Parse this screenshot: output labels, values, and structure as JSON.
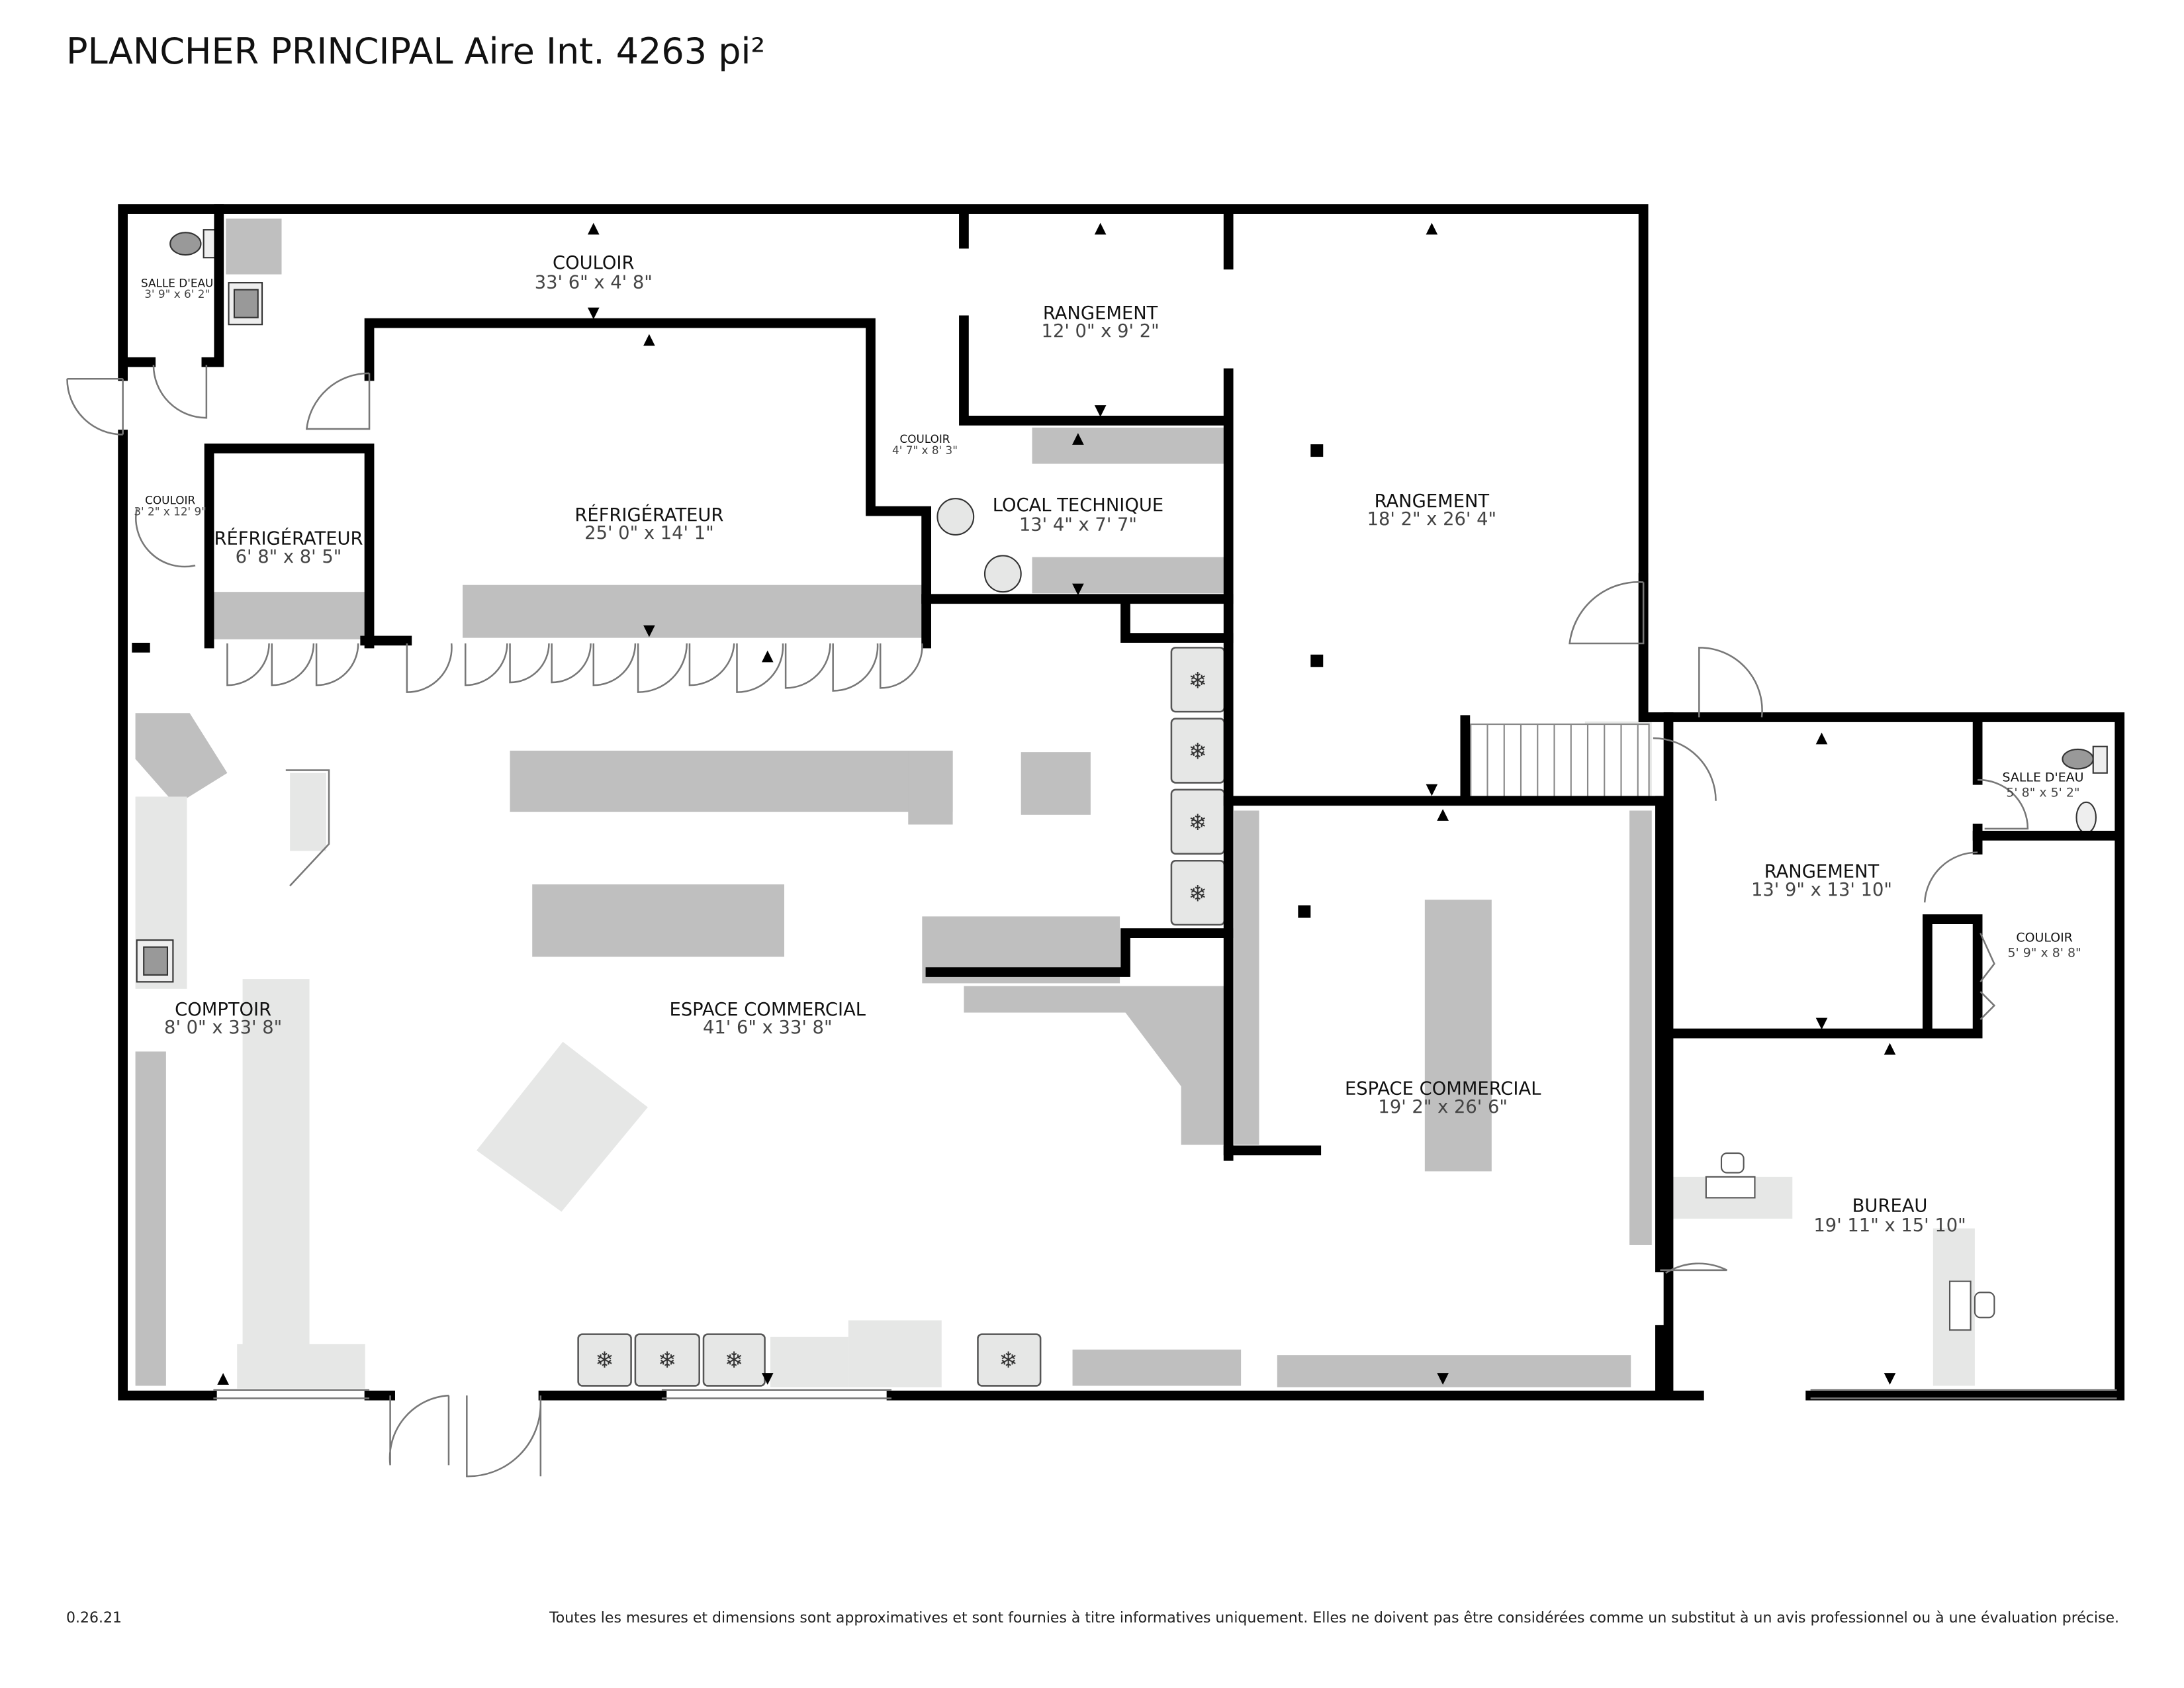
{
  "header": {
    "title": "PLANCHER PRINCIPAL Aire Int. 4263 pi²"
  },
  "rooms": [
    {
      "name": "COULOIR",
      "dims": "33' 6\" x 4' 8\""
    },
    {
      "name": "SALLE D'EAU",
      "dims": "3' 9\" x 6' 2\""
    },
    {
      "name": "RANGEMENT",
      "dims": "12' 0\" x 9' 2\""
    },
    {
      "name": "COULOIR",
      "dims": "4' 7\" x 8' 3\""
    },
    {
      "name": "LOCAL TECHNIQUE",
      "dims": "13' 4\" x 7' 7\""
    },
    {
      "name": "RANGEMENT",
      "dims": "18' 2\" x 26' 4\""
    },
    {
      "name": "COULOIR",
      "dims": "3' 2\" x 12' 9\""
    },
    {
      "name": "RÉFRIGÉRATEUR",
      "dims": "6' 8\" x 8' 5\""
    },
    {
      "name": "RÉFRIGÉRATEUR",
      "dims": "25' 0\" x 14' 1\""
    },
    {
      "name": "COMPTOIR",
      "dims": "8' 0\" x 33' 8\""
    },
    {
      "name": "ESPACE COMMERCIAL",
      "dims": "41' 6\" x 33' 8\""
    },
    {
      "name": "ESPACE COMMERCIAL",
      "dims": "19' 2\" x 26' 6\""
    },
    {
      "name": "SALLE D'EAU",
      "dims": "5' 8\" x 5' 2\""
    },
    {
      "name": "RANGEMENT",
      "dims": "13' 9\" x 13' 10\""
    },
    {
      "name": "COULOIR",
      "dims": "5' 9\" x 8' 8\""
    },
    {
      "name": "BUREAU",
      "dims": "19' 11\" x 15' 10\""
    }
  ],
  "footer": {
    "version": "0.26.21",
    "disclaimer": "Toutes les mesures et dimensions sont approximatives et sont fournies à titre informatives uniquement. Elles ne doivent pas être considérées comme un substitut à un avis professionnel ou à une évaluation précise."
  },
  "colors": {
    "wall": "#000000",
    "fixture": "#bfbfbf",
    "light_fixture": "#e6e7e6"
  }
}
